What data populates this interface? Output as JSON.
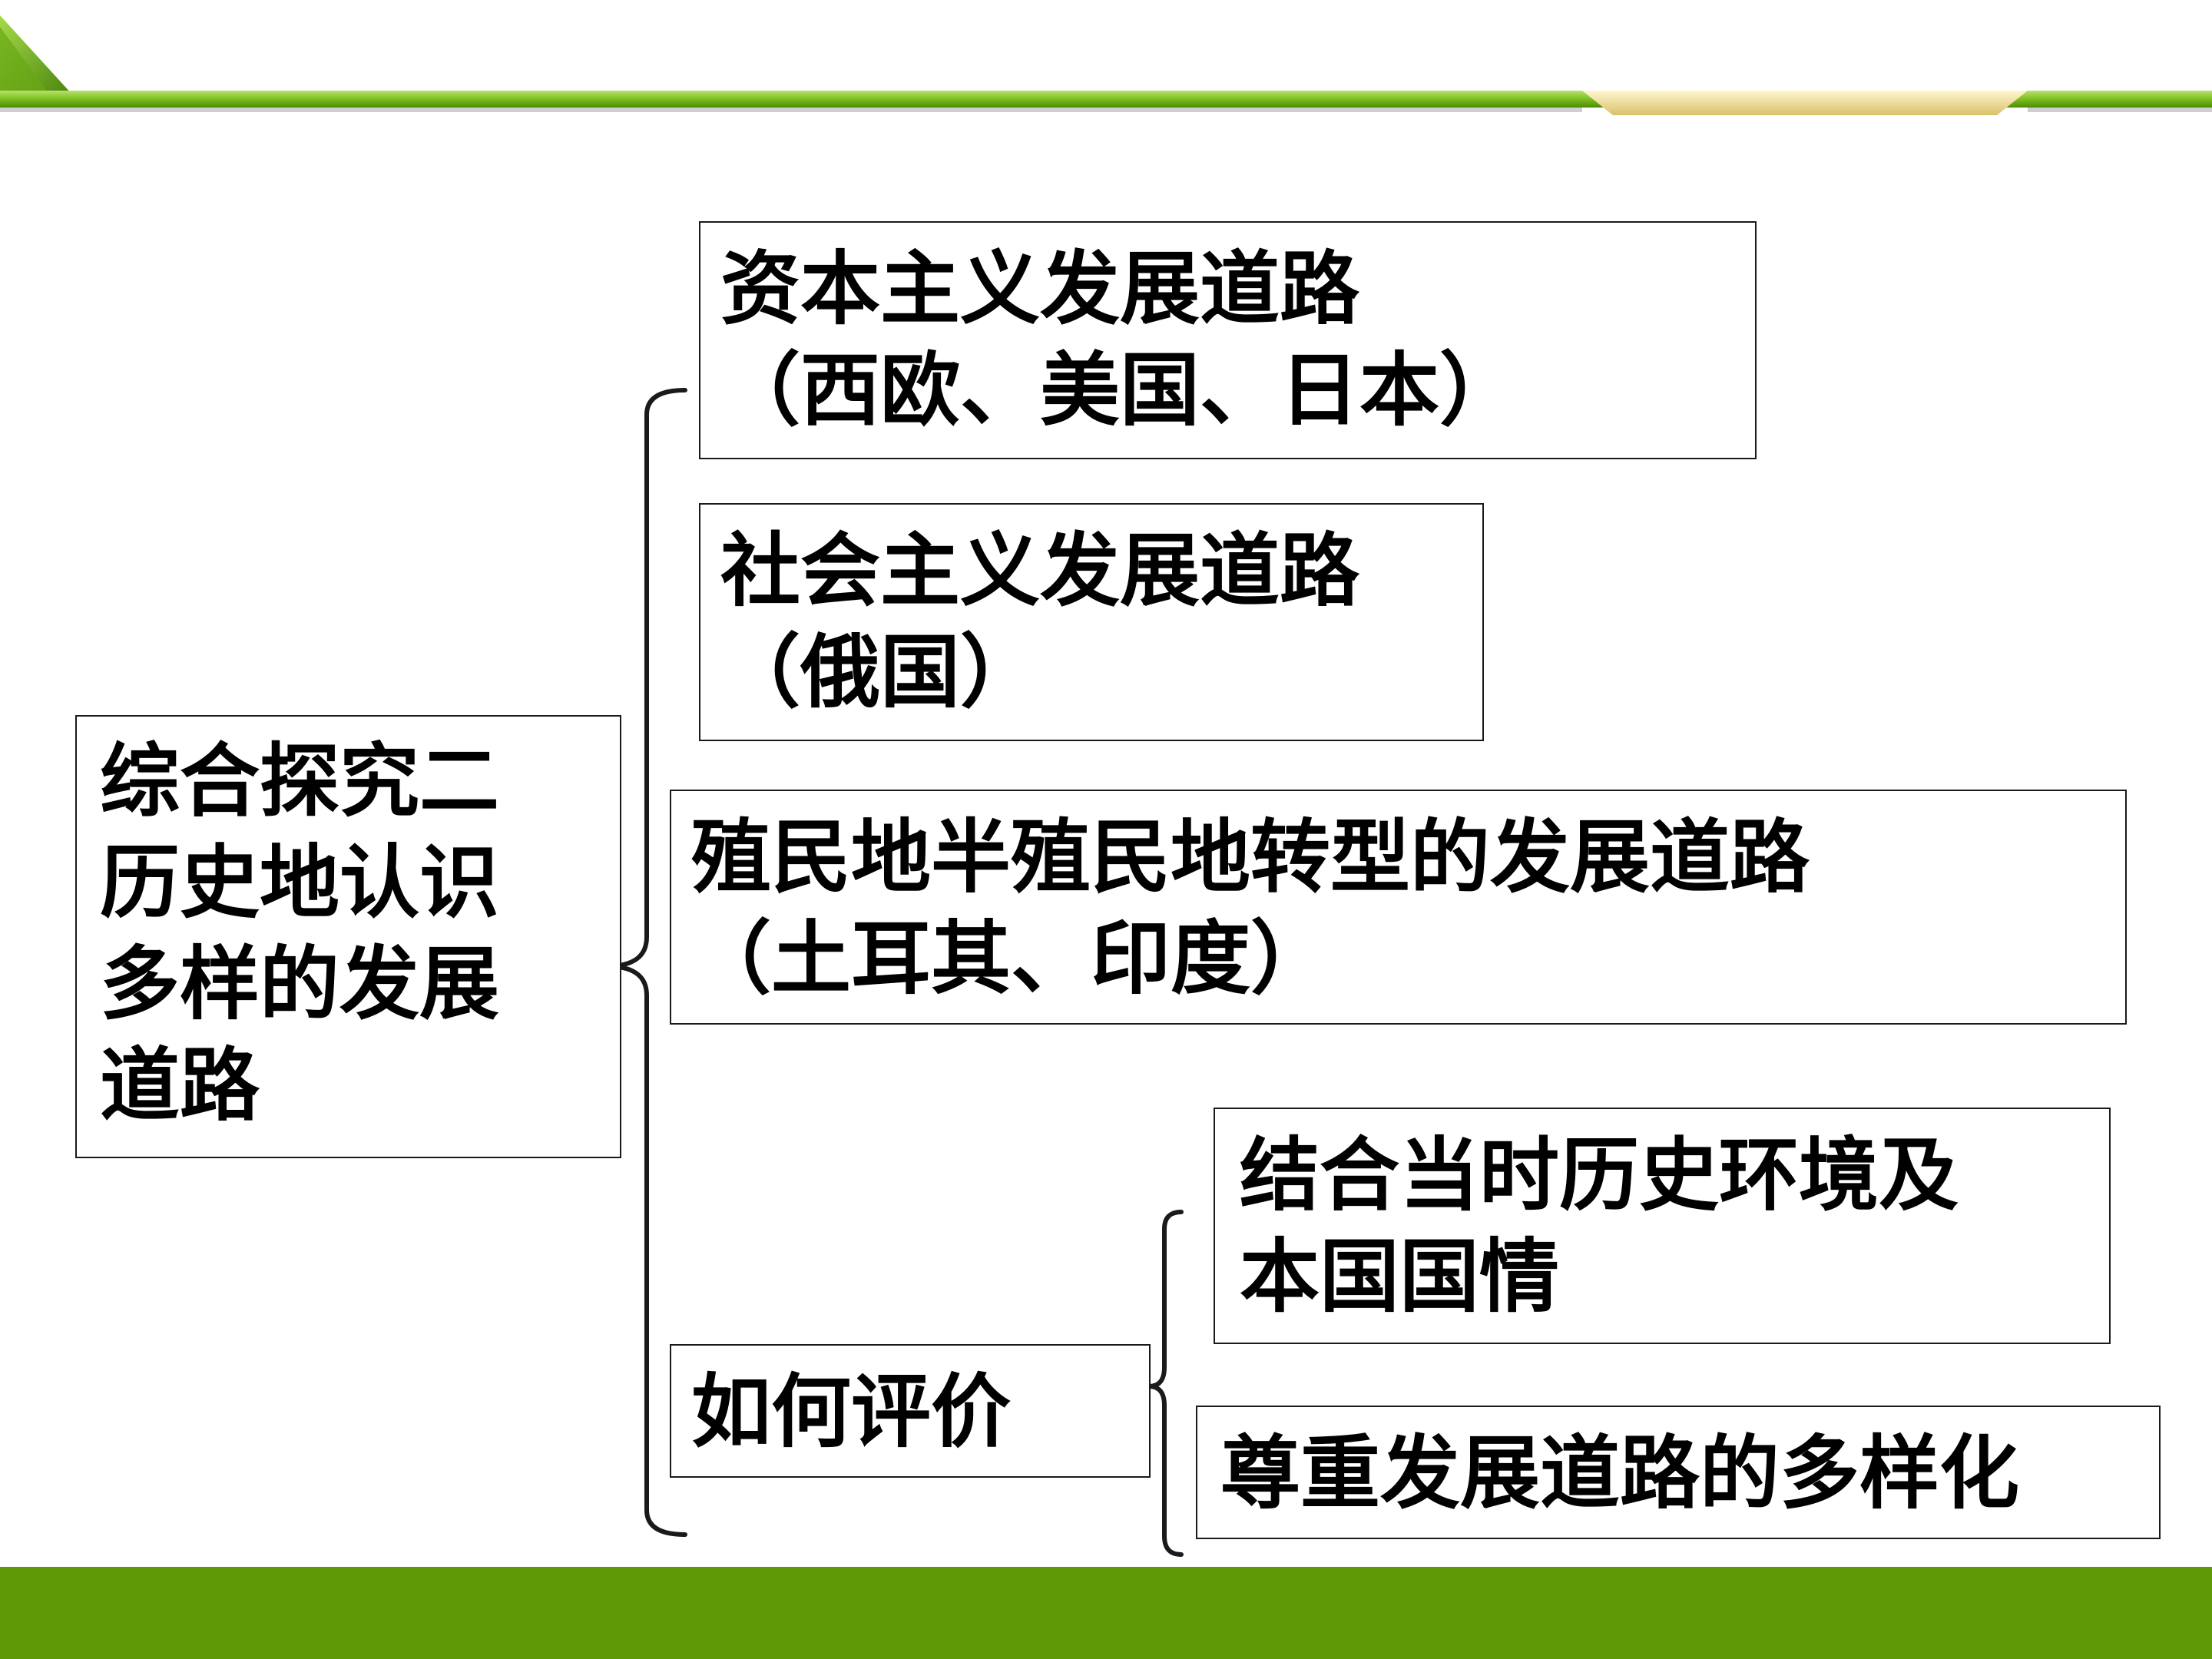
{
  "root": {
    "lines": [
      "综合探究二",
      "历史地认识",
      "多样的发展",
      "道路"
    ]
  },
  "branches": [
    {
      "line1": "资本主义发展道路",
      "line2": "（西欧、美国、日本）"
    },
    {
      "line1": "社会主义发展道路",
      "line2": "（俄国）"
    },
    {
      "line1": "殖民地半殖民地转型的发展道路",
      "line2": "（土耳其、印度）"
    }
  ],
  "evaluate": {
    "label": "如何评价",
    "points": [
      {
        "line1": "结合当时历史环境及",
        "line2": "本国国情"
      },
      {
        "line1": "尊重发展道路的多样化"
      }
    ]
  },
  "theme": {
    "green": "#5e9a05",
    "light_green": "#8cc63f",
    "gold": "#e8d58a",
    "border": "#1a1a1a"
  }
}
